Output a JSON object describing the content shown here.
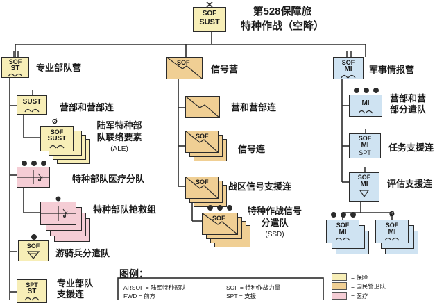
{
  "title": {
    "line1": "第528保障旅",
    "line2": "特种作战（空降）"
  },
  "top_unit": {
    "line1": "SOF",
    "line2": "SUST"
  },
  "columns": {
    "sustainment": {
      "header": {
        "line1": "SOF",
        "line2": "ST",
        "label": "专业部队营"
      },
      "hq": {
        "line1": "SUST",
        "label": "营部和营部连"
      },
      "ale": {
        "line1": "SOF",
        "line2": "SUST",
        "modifier": "Ø",
        "label_lines": [
          "陆军特种部",
          "队联络要素"
        ],
        "abbr": "(ALE)"
      },
      "medical": {
        "label": "特种部队医疗分队"
      },
      "rescue": {
        "label": "特种部队抢救组"
      },
      "cavalry": {
        "line1": "SOF",
        "label": "游骑兵分遣队"
      },
      "support": {
        "line1": "SPT",
        "line2": "ST",
        "label_lines": [
          "专业部队",
          "支援连"
        ]
      }
    },
    "signal": {
      "header": {
        "line1": "SOF",
        "label": "信号营"
      },
      "hq": {
        "label": "营和营部连"
      },
      "signal_co": {
        "line1": "SOF",
        "label": "信号连"
      },
      "theater": {
        "line1": "SOF",
        "label": "战区信号支援连"
      },
      "ssd": {
        "line1": "SOF",
        "label_lines": [
          "特种作战信号",
          "分遣队"
        ],
        "abbr": "(SSD)"
      }
    },
    "intel": {
      "header": {
        "line1": "SOF",
        "line2": "MI",
        "label": "军事情报营"
      },
      "hq": {
        "line1": "MI",
        "label_lines": [
          "营部和营",
          "部分遣队"
        ]
      },
      "task": {
        "line1": "SOF",
        "line2": "MI",
        "line3": "SPT",
        "label": "任务支援连"
      },
      "eval": {
        "line1": "SOF",
        "line2": "MI",
        "label": "评估支援连"
      },
      "team_a": {
        "line1": "SOF",
        "line2": "MI"
      },
      "team_b": {
        "line1": "SOF",
        "line2": "MI",
        "modifier": "Ø"
      }
    }
  },
  "legend": {
    "title": "图例：",
    "abbreviations": [
      {
        "key": "ARSOF",
        "sep": "=",
        "value": "陆军特种部队"
      },
      {
        "key": "FWD",
        "sep": "=",
        "value": "前方"
      },
      {
        "key": "SOF",
        "sep": "=",
        "value": "特种作战力量"
      },
      {
        "key": "SPT",
        "sep": "=",
        "value": "支援"
      }
    ],
    "colors": [
      {
        "color": "#f7eeb7",
        "sep": "=",
        "label": "保障"
      },
      {
        "color": "#f0cf94",
        "sep": "=",
        "label": "国民警卫队"
      },
      {
        "color": "#f5cdd5",
        "sep": "=",
        "label": "医疗"
      }
    ]
  },
  "colors": {
    "sustainment": "#f7eeb7",
    "signal": "#f0cf94",
    "intel": "#cfe3f2",
    "medical": "#f5cdd5",
    "line": "#2b2b2b"
  }
}
